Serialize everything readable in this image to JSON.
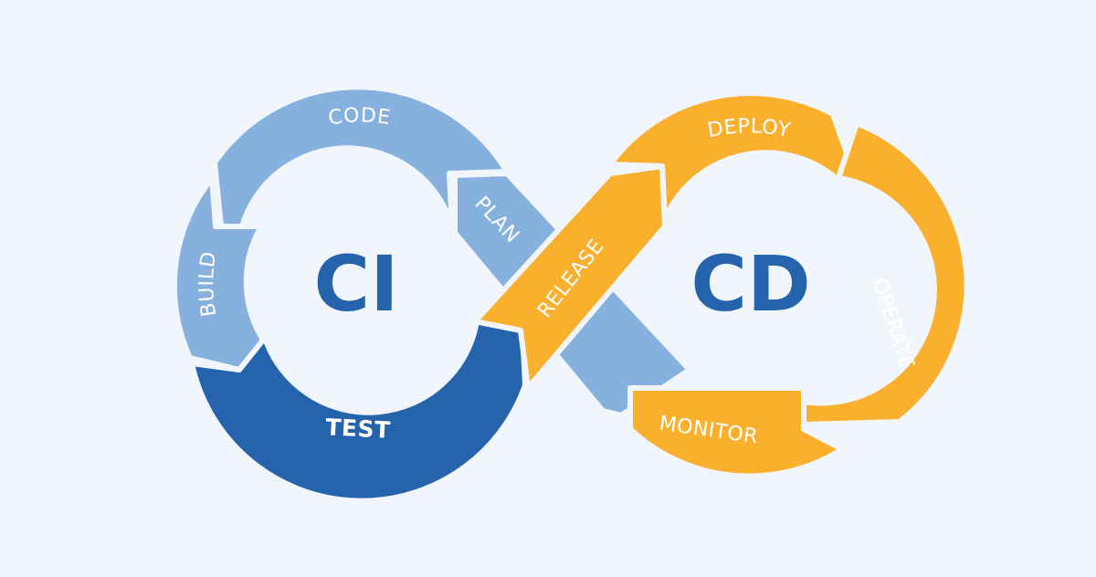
{
  "colors": {
    "background": "#f1f6fc",
    "light_blue": "#86b1df",
    "dark_blue": "#2563ad",
    "orange": "#fbb02d",
    "hub_fill": "#f1f6fc",
    "label_text": "#ffffff"
  },
  "hubs": {
    "ci": "CI",
    "cd": "CD"
  },
  "stages": {
    "code": "CODE",
    "build": "BUILD",
    "test": "TEST",
    "plan": "PLAN",
    "release": "RELEASE",
    "deploy": "DEPLOY",
    "operate": "OPERATE",
    "monitor": "MONITOR"
  }
}
